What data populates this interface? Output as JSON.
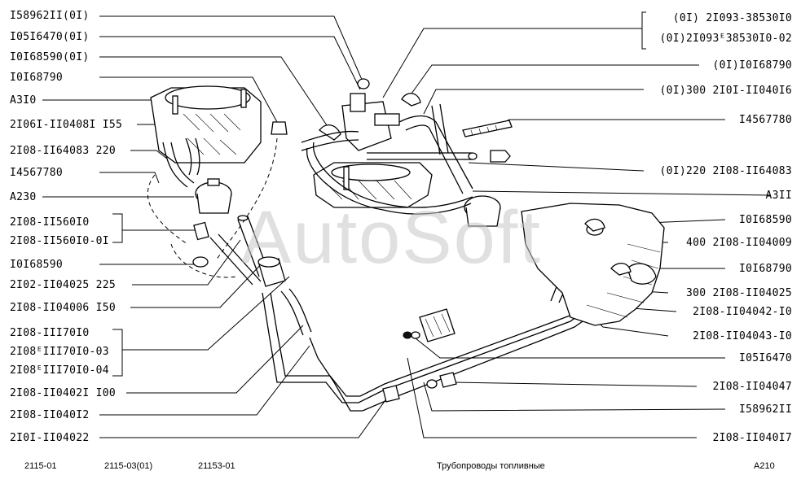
{
  "labels_left": [
    "I58962II(0I)",
    "I05I6470(0I)",
    "I0I68590(0I)",
    "I0I68790",
    "A3I0",
    "2I06I-II0408I I55",
    "2I08-II64083 220",
    "I4567780",
    "A230",
    "2I08-II560I0",
    "2I08-II560I0-0I",
    "I0I68590",
    "2I02-II04025 225",
    "2I08-II04006 I50",
    "2I08-III70I0",
    "2I08ᴱIII70I0-03",
    "2I08ᴱIII70I0-04",
    "2I08-II0402I I00",
    "2I08-II040I2",
    "2I0I-II04022"
  ],
  "labels_right": [
    "(0I)   2I093-38530I0",
    "(0I)2I093ᴱ38530I0-02",
    "(0I)I0I68790",
    "(0I)300 2I0I-II040I6",
    "I4567780",
    "(0I)220 2I08-II64083",
    "A3II",
    "I0I68590",
    "400 2I08-II04009",
    "I0I68790",
    "300 2I08-II04025",
    "2I08-II04042-I0",
    "2I08-II04043-I0",
    "I05I6470",
    "2I08-II04047",
    "I58962II",
    "2I08-II040I7"
  ],
  "footer": {
    "models": [
      "2115-01",
      "2115-03(01)",
      "21153-01"
    ],
    "title": "Трубопроводы топливные",
    "code": "A210"
  },
  "watermark": "AutoSoft"
}
